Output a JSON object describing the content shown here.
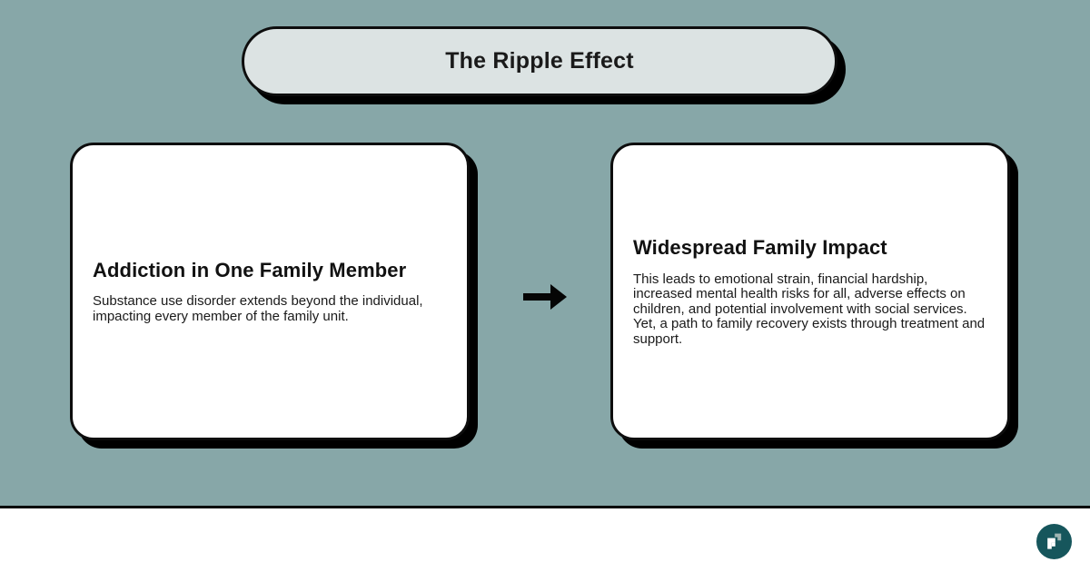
{
  "theme": {
    "background_color": "#87A7A8",
    "title_pill_color": "#DCE3E3",
    "card_color": "#FFFFFF",
    "border_color": "#0D0D0D",
    "shadow_color": "#000000",
    "text_color": "#1A1A1A",
    "logo_badge_color": "#16565C",
    "footer_color": "#FFFFFF"
  },
  "header": {
    "title": "The Ripple Effect"
  },
  "flow": {
    "connector_icon": "arrow-right-icon",
    "cards": [
      {
        "heading": "Addiction in One Family Member",
        "body": "Substance use disorder extends beyond the individual, impacting every member of the family unit."
      },
      {
        "heading": "Widespread Family Impact",
        "body": "This leads to emotional strain, financial hardship, increased mental health risks for all, adverse effects on children, and potential involvement with social services. Yet, a path to family recovery exists through treatment and support."
      }
    ]
  },
  "footer": {
    "logo_icon": "brand-logo-icon"
  }
}
